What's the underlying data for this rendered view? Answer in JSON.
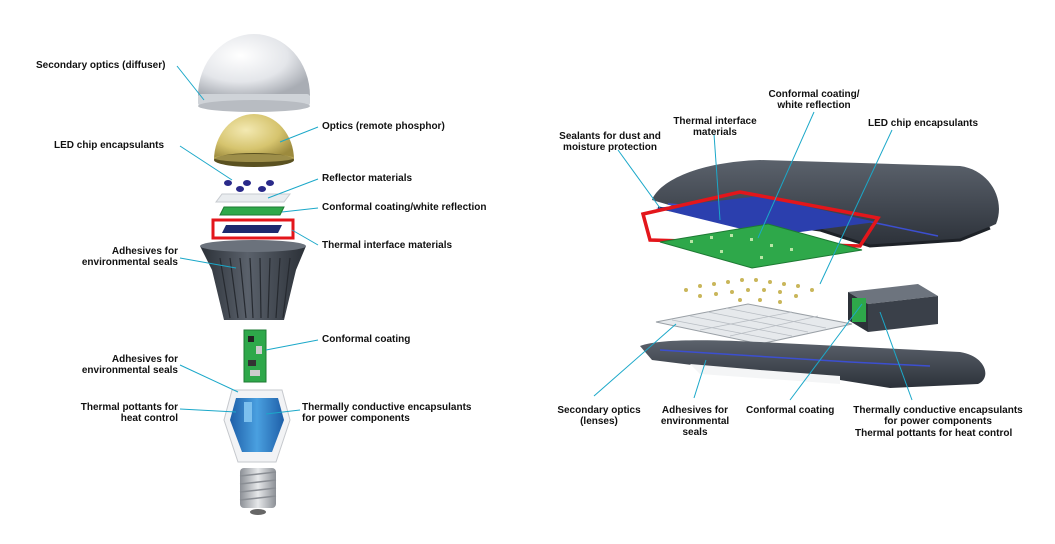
{
  "bulb": {
    "secondary_optics": "Secondary optics (diffuser)",
    "optics_phosphor": "Optics (remote phosphor)",
    "led_encapsulants": "LED chip encapsulants",
    "reflector": "Reflector materials",
    "conformal_white": "Conformal coating/white reflection",
    "thermal_interface": "Thermal interface materials",
    "adhesives_top": [
      "Adhesives for",
      "environmental seals"
    ],
    "conformal_coating": "Conformal coating",
    "adhesives_bottom": [
      "Adhesives for",
      "environmental seals"
    ],
    "thermal_pottants": [
      "Thermal pottants for",
      "heat control"
    ],
    "thermally_conductive": [
      "Thermally conductive encapsulants",
      "for power components"
    ]
  },
  "streetlight": {
    "conformal_white": [
      "Conformal coating/",
      "white reflection"
    ],
    "thermal_interface": [
      "Thermal interface",
      "materials"
    ],
    "sealants": [
      "Sealants for dust and",
      "moisture protection"
    ],
    "led_encapsulants": "LED chip encapsulants",
    "secondary_optics": [
      "Secondary optics",
      "(lenses)"
    ],
    "adhesives": [
      "Adhesives for",
      "environmental",
      "seals"
    ],
    "conformal_coating": "Conformal coating",
    "thermally_conductive": [
      "Thermally conductive encapsulants",
      "for power components"
    ],
    "thermal_pottants": "Thermal pottants for heat control"
  },
  "colors": {
    "leader": "#1ba8c9",
    "highlight": "#e3161b",
    "pcb_green": "#2ea84a",
    "housing": "#3e4550",
    "tim_blue": "#2b3fae",
    "phosphor": "#d9c873"
  }
}
